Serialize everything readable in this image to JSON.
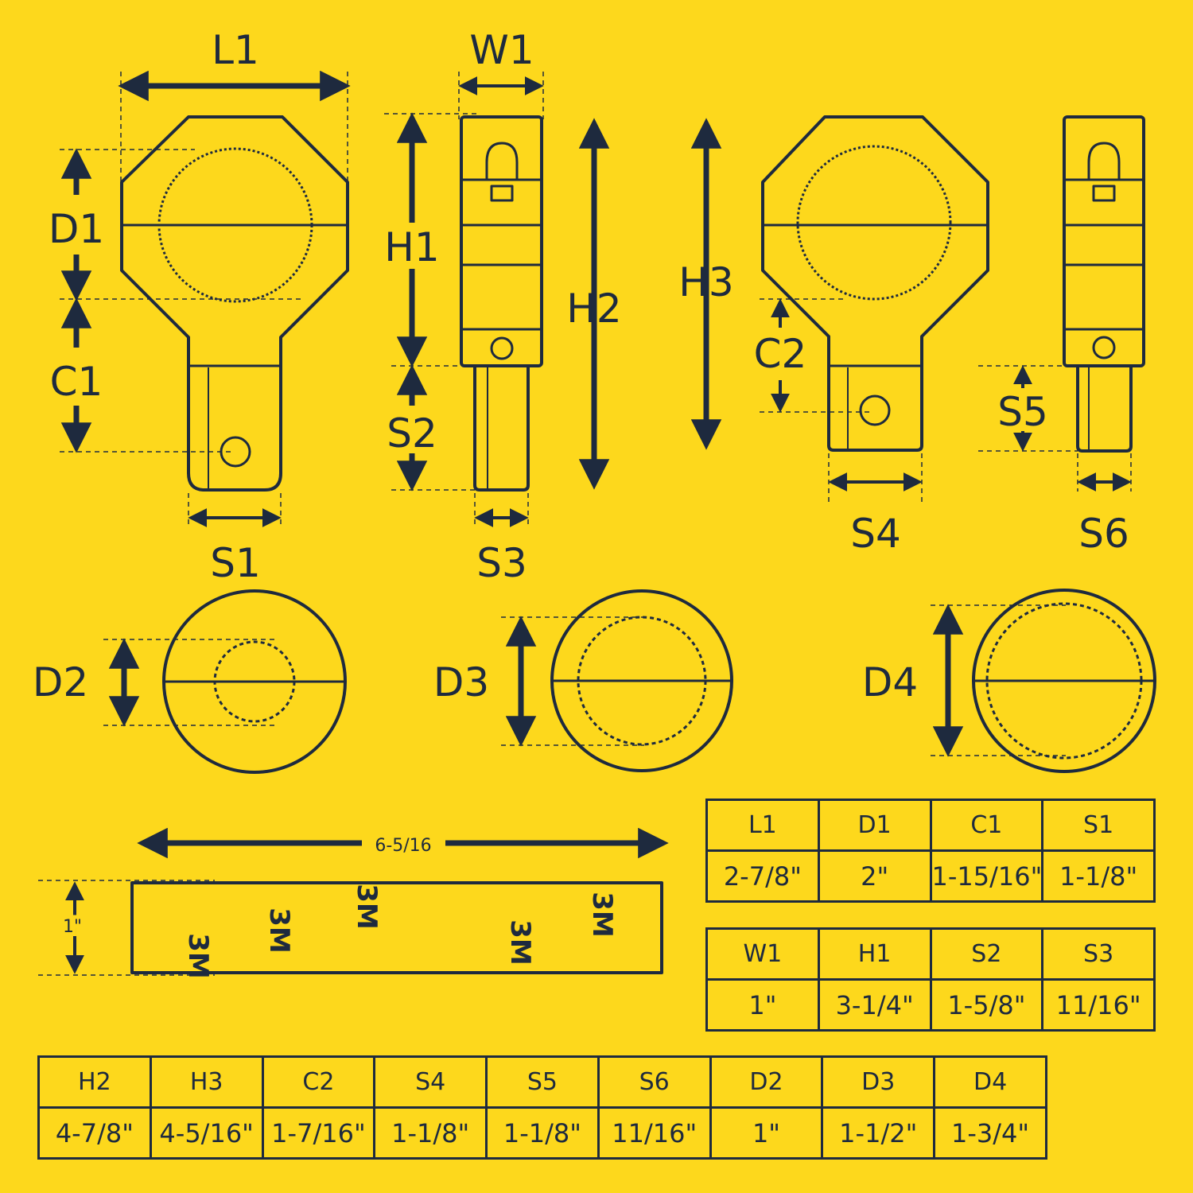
{
  "colors": {
    "background": "#FDD81C",
    "ink": "#1E2A3E"
  },
  "labels": {
    "L1": "L1",
    "W1": "W1",
    "D1": "D1",
    "C1": "C1",
    "H1": "H1",
    "S2": "S2",
    "H2": "H2",
    "H3": "H3",
    "C2": "C2",
    "S5": "S5",
    "S1": "S1",
    "S3": "S3",
    "S4": "S4",
    "S6": "S6",
    "D2": "D2",
    "D3": "D3",
    "D4": "D4",
    "tape_length": "6-5/16",
    "tape_height": "1\"",
    "tape_brand": "3M"
  },
  "tables": {
    "t1": {
      "headers": [
        "L1",
        "D1",
        "C1",
        "S1"
      ],
      "values": [
        "2-7/8\"",
        "2\"",
        "1-15/16\"",
        "1-1/8\""
      ]
    },
    "t2": {
      "headers": [
        "W1",
        "H1",
        "S2",
        "S3"
      ],
      "values": [
        "1\"",
        "3-1/4\"",
        "1-5/8\"",
        "11/16\""
      ]
    },
    "t3": {
      "headers": [
        "H2",
        "H3",
        "C2",
        "S4",
        "S5",
        "S6",
        "D2",
        "D3",
        "D4"
      ],
      "values": [
        "4-7/8\"",
        "4-5/16\"",
        "1-7/16\"",
        "1-1/8\"",
        "1-1/8\"",
        "11/16\"",
        "1\"",
        "1-1/2\"",
        "1-3/4\""
      ]
    }
  }
}
